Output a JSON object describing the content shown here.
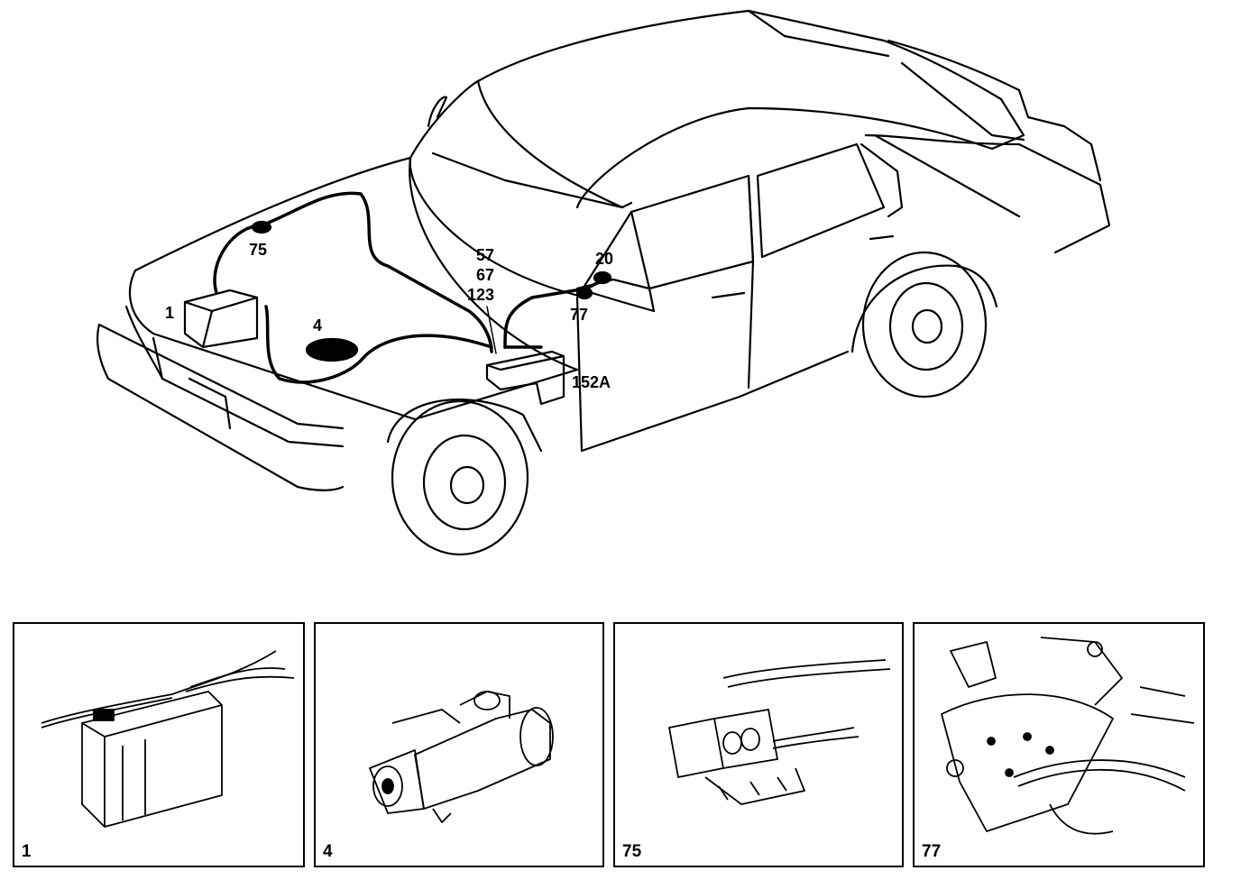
{
  "callouts": {
    "c1": "1",
    "c4": "4",
    "c75": "75",
    "c57": "57",
    "c67": "67",
    "c123": "123",
    "c20": "20",
    "c77": "77",
    "c152a": "152A"
  },
  "panels": [
    {
      "label": "1"
    },
    {
      "label": "4"
    },
    {
      "label": "75"
    },
    {
      "label": "77"
    }
  ]
}
